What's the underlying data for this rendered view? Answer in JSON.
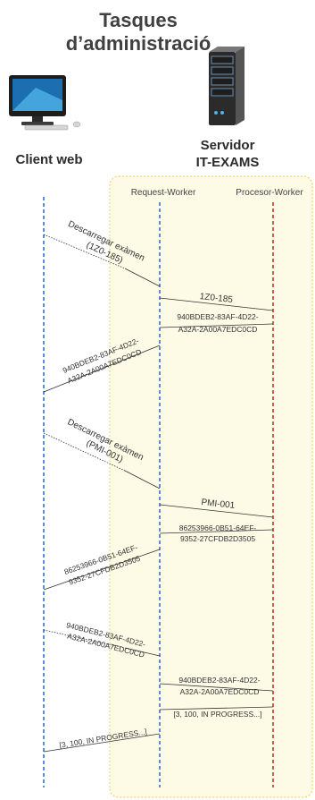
{
  "title_line1": "Tasques",
  "title_line2": "d’administració",
  "actors": {
    "client": "Client web",
    "server_line1": "Servidor",
    "server_line2": "IT-EXAMS"
  },
  "lanes": {
    "request_worker": "Request-Worker",
    "procesor_worker": "Procesor-Worker"
  },
  "messages": [
    {
      "line1": "Descarregar exàmen",
      "line2": "(1Z0-185)"
    },
    {
      "line1": "1Z0-185"
    },
    {
      "line1": "940BDEB2-83AF-4D22-",
      "line2": "A32A-2A00A7EDC0CD"
    },
    {
      "line1": "940BDEB2-83AF-4D22-",
      "line2": "A32A-2A00A7EDC0CD"
    },
    {
      "line1": "Descarregar exàmen",
      "line2": "(PMI-001)"
    },
    {
      "line1": "PMI-001"
    },
    {
      "line1": "86253966-0B51-64EF-",
      "line2": "9352-27CFDB2D3505"
    },
    {
      "line1": "86253966-0B51-64EF-",
      "line2": "9352-27CFDB2D3505"
    },
    {
      "line1": "940BDEB2-83AF-4D22-",
      "line2": "A32A-2A00A7EDC0CD"
    },
    {
      "line1": "940BDEB2-83AF-4D22-",
      "line2": "A32A-2A00A7EDC0CD"
    },
    {
      "line1": "[3, 100, IN PROGRESS...]"
    },
    {
      "line1": "[3, 100, IN PROGRESS...]"
    }
  ],
  "colors": {
    "server_area_fill": "#fdfbe6",
    "server_area_border": "#f2c94c",
    "client_lifeline": "#3b6fc4",
    "request_lifeline": "#3b6fc4",
    "procesor_lifeline": "#c0392b",
    "message_line": "#333333"
  },
  "icons": {
    "client": "desktop-computer-icon",
    "server": "server-tower-icon"
  }
}
